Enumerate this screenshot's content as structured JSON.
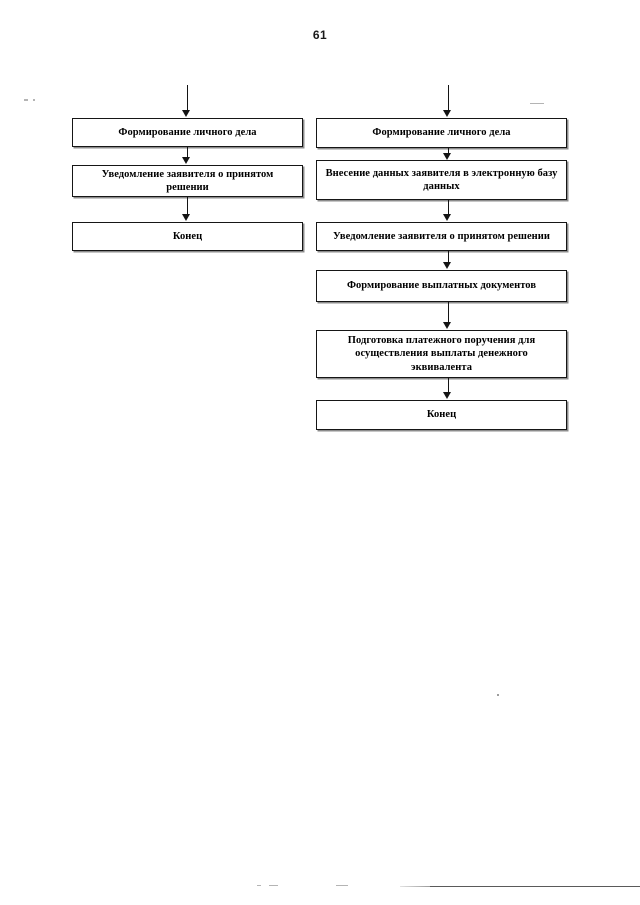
{
  "page": {
    "number": "61",
    "document_type": "scanned-flowchart-page",
    "language": "ru"
  },
  "flowchart": {
    "title": "",
    "columns": [
      {
        "id": "left",
        "name": "left-branch",
        "inbound_arrow": true,
        "nodes": [
          {
            "id": "l1",
            "label": "Формирование личного дела",
            "shape": "rectangle"
          },
          {
            "id": "l2",
            "label": "Уведомление заявителя о принятом решении",
            "shape": "rectangle"
          },
          {
            "id": "l3",
            "label": "Конец",
            "shape": "rectangle"
          }
        ]
      },
      {
        "id": "right",
        "name": "right-branch",
        "inbound_arrow": true,
        "nodes": [
          {
            "id": "r1",
            "label": "Формирование личного дела",
            "shape": "rectangle"
          },
          {
            "id": "r2",
            "label": "Внесение данных заявителя в электронную базу данных",
            "shape": "rectangle"
          },
          {
            "id": "r3",
            "label": "Уведомление заявителя о принятом решении",
            "shape": "rectangle"
          },
          {
            "id": "r4",
            "label": "Формирование выплатных документов",
            "shape": "rectangle"
          },
          {
            "id": "r5",
            "label": "Подготовка платежного поручения для осуществления выплаты денежного эквивалента",
            "shape": "rectangle"
          },
          {
            "id": "r6",
            "label": "Конец",
            "shape": "rectangle"
          }
        ]
      }
    ]
  },
  "colors": {
    "ink": "#000000",
    "box_border": "#161616",
    "box_shadow": "#8c8c8c",
    "paper": "#ffffff",
    "artifact": "#b4b4b4"
  }
}
